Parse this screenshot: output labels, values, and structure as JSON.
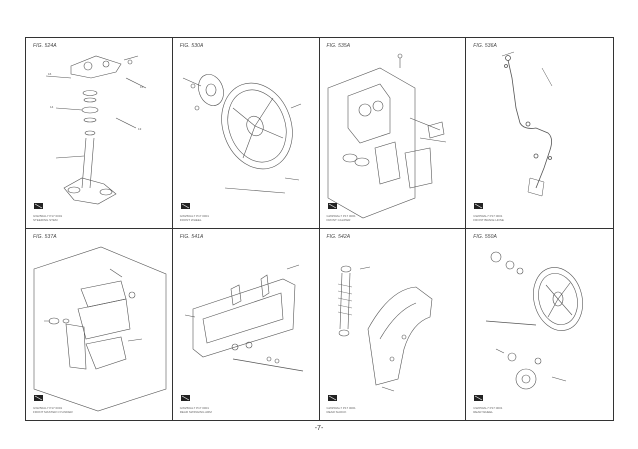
{
  "page_number": "-7-",
  "panels": [
    {
      "fig": "FIG. 524A",
      "foot1": "GW250AL7 P17  0001",
      "foot2": "STEERING STEM"
    },
    {
      "fig": "FIG. 530A",
      "foot1": "GW250AL7 P17  0001",
      "foot2": "FRONT WHEEL"
    },
    {
      "fig": "FIG. 535A",
      "foot1": "GW250AL7 P17  0001",
      "foot2": "FRONT CALIPER"
    },
    {
      "fig": "FIG. 536A",
      "foot1": "GW250AL7 P17  0001",
      "foot2": "FRONT BRAKE HOSE"
    },
    {
      "fig": "FIG. 537A",
      "foot1": "GW250AL7 P17  0001",
      "foot2": "FRONT MASTER CYLINDER"
    },
    {
      "fig": "FIG. 541A",
      "foot1": "GW250AL7 P17  0001",
      "foot2": "REAR SWINGING ARM"
    },
    {
      "fig": "FIG. 542A",
      "foot1": "GW250AL7 P17  0001",
      "foot2": "REAR SHOCK"
    },
    {
      "fig": "FIG. 550A",
      "foot1": "GW250AL7 P17  0001",
      "foot2": "REAR WHEEL"
    }
  ]
}
